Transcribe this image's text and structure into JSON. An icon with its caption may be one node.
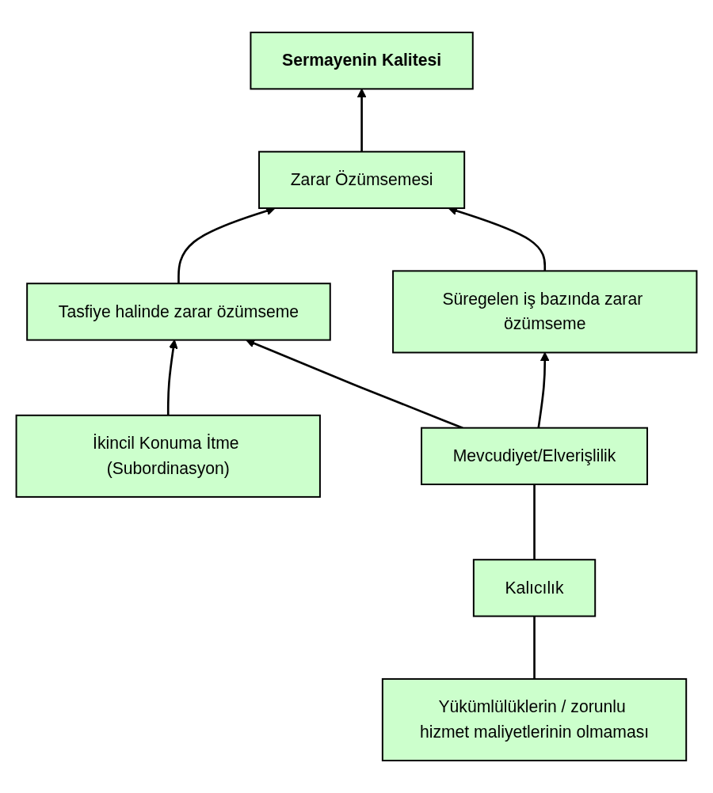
{
  "diagram": {
    "nodes": [
      {
        "text": [
          "Sermayenin Kalitesi"
        ]
      },
      {
        "text": [
          "Zarar Özümsemesi"
        ]
      },
      {
        "text": [
          "Süregelen iş bazında zarar özümseme"
        ]
      },
      {
        "text": [
          "Tasfiye halinde zarar özümseme"
        ]
      },
      {
        "text": [
          "İkincil Konuma İtme (Subordinasyon)"
        ]
      },
      {
        "text": [
          "Mevcudiyet/Elverişlilik"
        ]
      },
      {
        "text": [
          "Kalıcılık"
        ]
      },
      {
        "text": [
          "Yükümlülüklerin / zorunlu hizmet maliyetlerinin olmaması"
        ]
      }
    ],
    "edges": [
      {
        "from": 1,
        "to": 0,
        "arrow": "to"
      },
      {
        "from": 2,
        "to": 1,
        "arrow": "to"
      },
      {
        "from": 3,
        "to": 1,
        "arrow": "to"
      },
      {
        "from": 4,
        "to": 3,
        "arrow": "to"
      },
      {
        "from": 5,
        "to": 2,
        "arrow": "to"
      },
      {
        "from": 5,
        "to": 3,
        "arrow": "to"
      },
      {
        "from": 6,
        "to": 5,
        "arrow": "none"
      },
      {
        "from": 7,
        "to": 6,
        "arrow": "none"
      }
    ]
  }
}
